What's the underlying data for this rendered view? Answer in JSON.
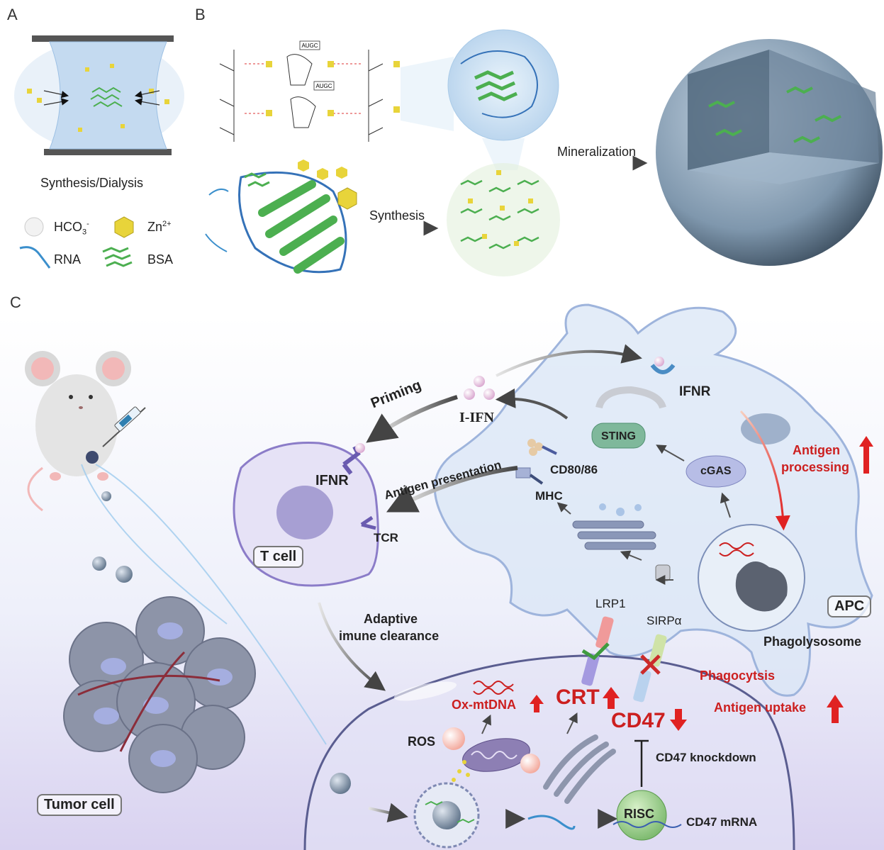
{
  "panels": {
    "a": "A",
    "b": "B",
    "c": "C"
  },
  "panel_a": {
    "caption": "Synthesis/Dialysis",
    "legend": {
      "hco3_main": "HCO",
      "hco3_sub": "3",
      "hco3_sup": "-",
      "zn_main": "Zn",
      "zn_sup": "2+",
      "rna": "RNA",
      "bsa": "BSA"
    }
  },
  "panel_b": {
    "synthesis": "Synthesis",
    "mineralization": "Mineralization",
    "nucleotide_label": "AUGC"
  },
  "panel_c": {
    "priming": "Priming",
    "i_ifn": "I-IFN",
    "ifnr_apc": "IFNR",
    "ifnr_tcell": "IFNR",
    "sting": "STING",
    "cgas": "cGAS",
    "antigen_presentation": "Antigen presentation",
    "cd80_86": "CD80/86",
    "mhc": "MHC",
    "tcr": "TCR",
    "t_cell": "T cell",
    "antigen_processing_1": "Antigen",
    "antigen_processing_2": "processing",
    "apc": "APC",
    "phagolysosome": "Phagolysosome",
    "lrp1": "LRP1",
    "sirpa": "SIRPα",
    "adaptive_1": "Adaptive",
    "adaptive_2": "imune clearance",
    "phagocytsis": "Phagocytsis",
    "antigen_uptake": "Antigen uptake",
    "ox_mtdna": "Ox-mtDNA",
    "crt": "CRT",
    "cd47": "CD47",
    "ros": "ROS",
    "cd47_knockdown": "CD47 knockdown",
    "risc": "RISC",
    "cd47_mrna": "CD47 mRNA",
    "tumor_cell": "Tumor cell"
  },
  "colors": {
    "accent_red": "#cc1f1f",
    "protein_green": "#4caf50",
    "zinc_yellow": "#e8d43a",
    "membrane_blue": "#8fa8d8",
    "tcell_purple": "#8b7cc8"
  }
}
